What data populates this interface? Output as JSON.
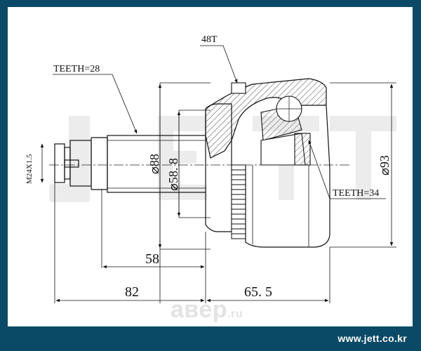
{
  "brand": {
    "website": "www.jett.co.kr",
    "watermark": "JETT",
    "partner_watermark": "авер",
    "partner_watermark_tld": ".ru",
    "frame_color": "#0b4a66"
  },
  "labels": {
    "outer_teeth": "48T",
    "shaft_teeth": "TEETH=28",
    "inner_teeth": "TEETH=34",
    "thread": "M24X1.5",
    "dia_outer": "⌀93",
    "dia_88": "⌀88",
    "dia_58": "⌀58. 8",
    "len_58": "58",
    "len_82": "82",
    "len_65": "65. 5"
  }
}
